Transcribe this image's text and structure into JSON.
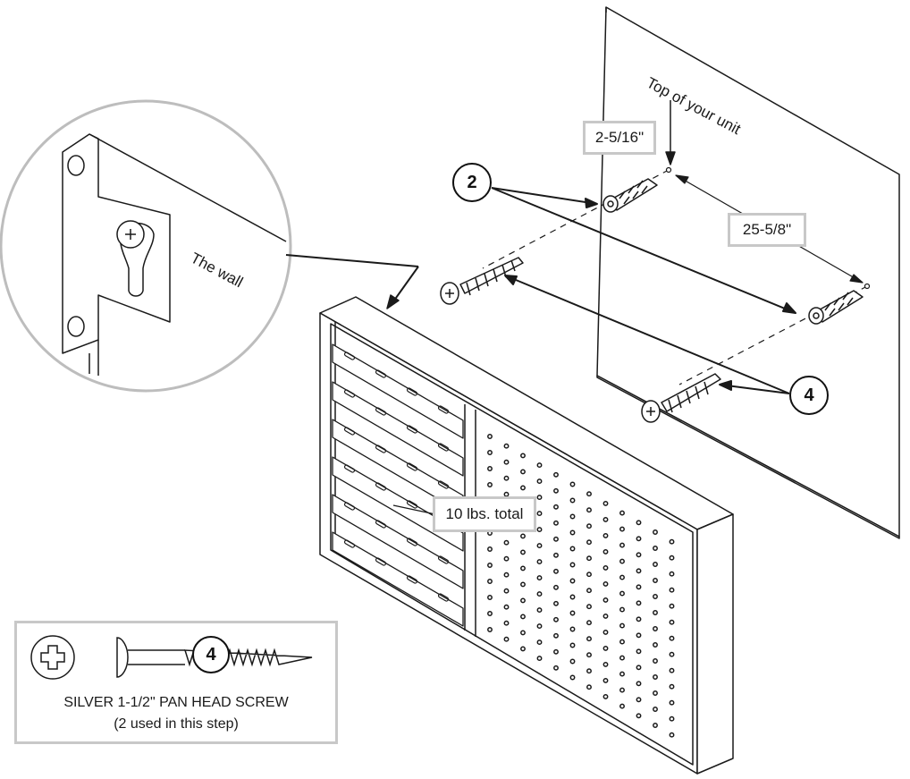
{
  "labels": {
    "top_of_unit": "Top of your unit",
    "the_wall": "The wall",
    "dim_offset": "2-5/16\"",
    "dim_spacing": "25-5/8\"",
    "weight": "10 lbs. total"
  },
  "callouts": {
    "anchor": "2",
    "screw": "4"
  },
  "legend": {
    "badge": "4",
    "title": "SILVER 1-1/2\" PAN HEAD SCREW",
    "note": "(2 used in this step)",
    "icons": [
      "phillips-head-icon",
      "pan-head-screw-icon"
    ]
  },
  "colors": {
    "line": "#1a1a1a",
    "frame_gray": "#c8c8c8"
  }
}
